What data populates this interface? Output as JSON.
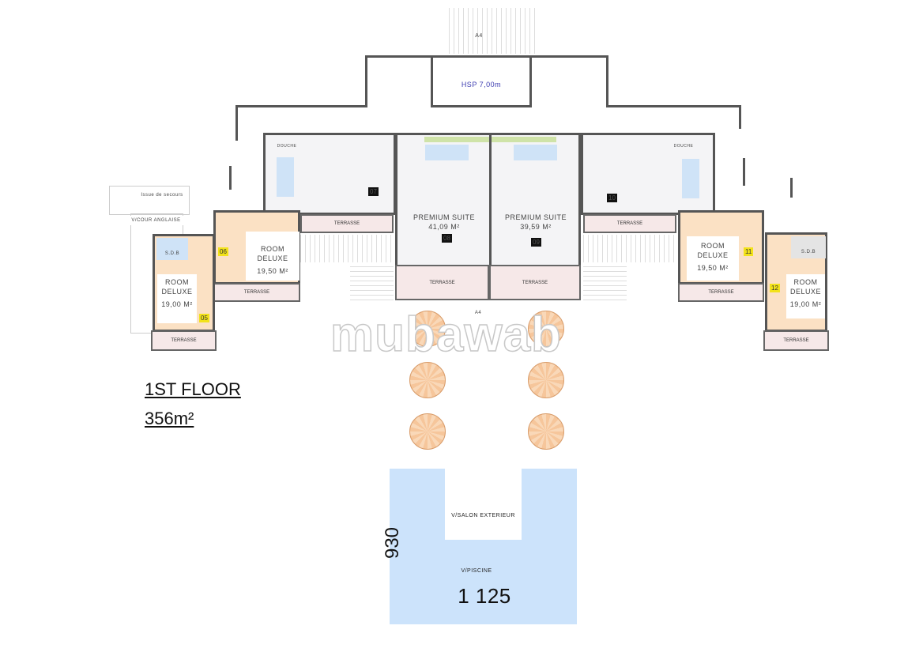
{
  "plan": {
    "title": "1ST FLOOR",
    "area": "356m²",
    "top_block": {
      "label": "HSP 7,00m",
      "axis": "A4"
    },
    "axis_mid": "A4",
    "emergency_exit": "Issue de secours",
    "english_court": "V/COUR ANGLAISE",
    "sdb": "S.D.B",
    "shower": "DOUCHE",
    "rooms": [
      {
        "id": "05",
        "name": "ROOM DELUXE",
        "area": "19,00",
        "unit": "M²"
      },
      {
        "id": "06",
        "name": "ROOM DELUXE",
        "area": "19,50",
        "unit": "M²"
      },
      {
        "id": "07",
        "name": "",
        "area": ""
      },
      {
        "id": "08",
        "name": "PREMIUM SUITE",
        "area": "41,09",
        "unit": "M²"
      },
      {
        "id": "09",
        "name": "PREMIUM SUITE",
        "area": "39,59",
        "unit": "M²"
      },
      {
        "id": "10",
        "name": "",
        "area": ""
      },
      {
        "id": "11",
        "name": "ROOM DELUXE",
        "area": "19,50",
        "unit": "M²"
      },
      {
        "id": "12",
        "name": "ROOM DELUXE",
        "area": "19,00",
        "unit": "M²"
      }
    ],
    "terrace_label": "TERRASSE",
    "pool": {
      "salon": "V/SALON EXTERIEUR",
      "label": "V/PISCINE",
      "width": "1 125",
      "height": "930",
      "color": "#cce3fb"
    },
    "watermark": "mubawab"
  }
}
